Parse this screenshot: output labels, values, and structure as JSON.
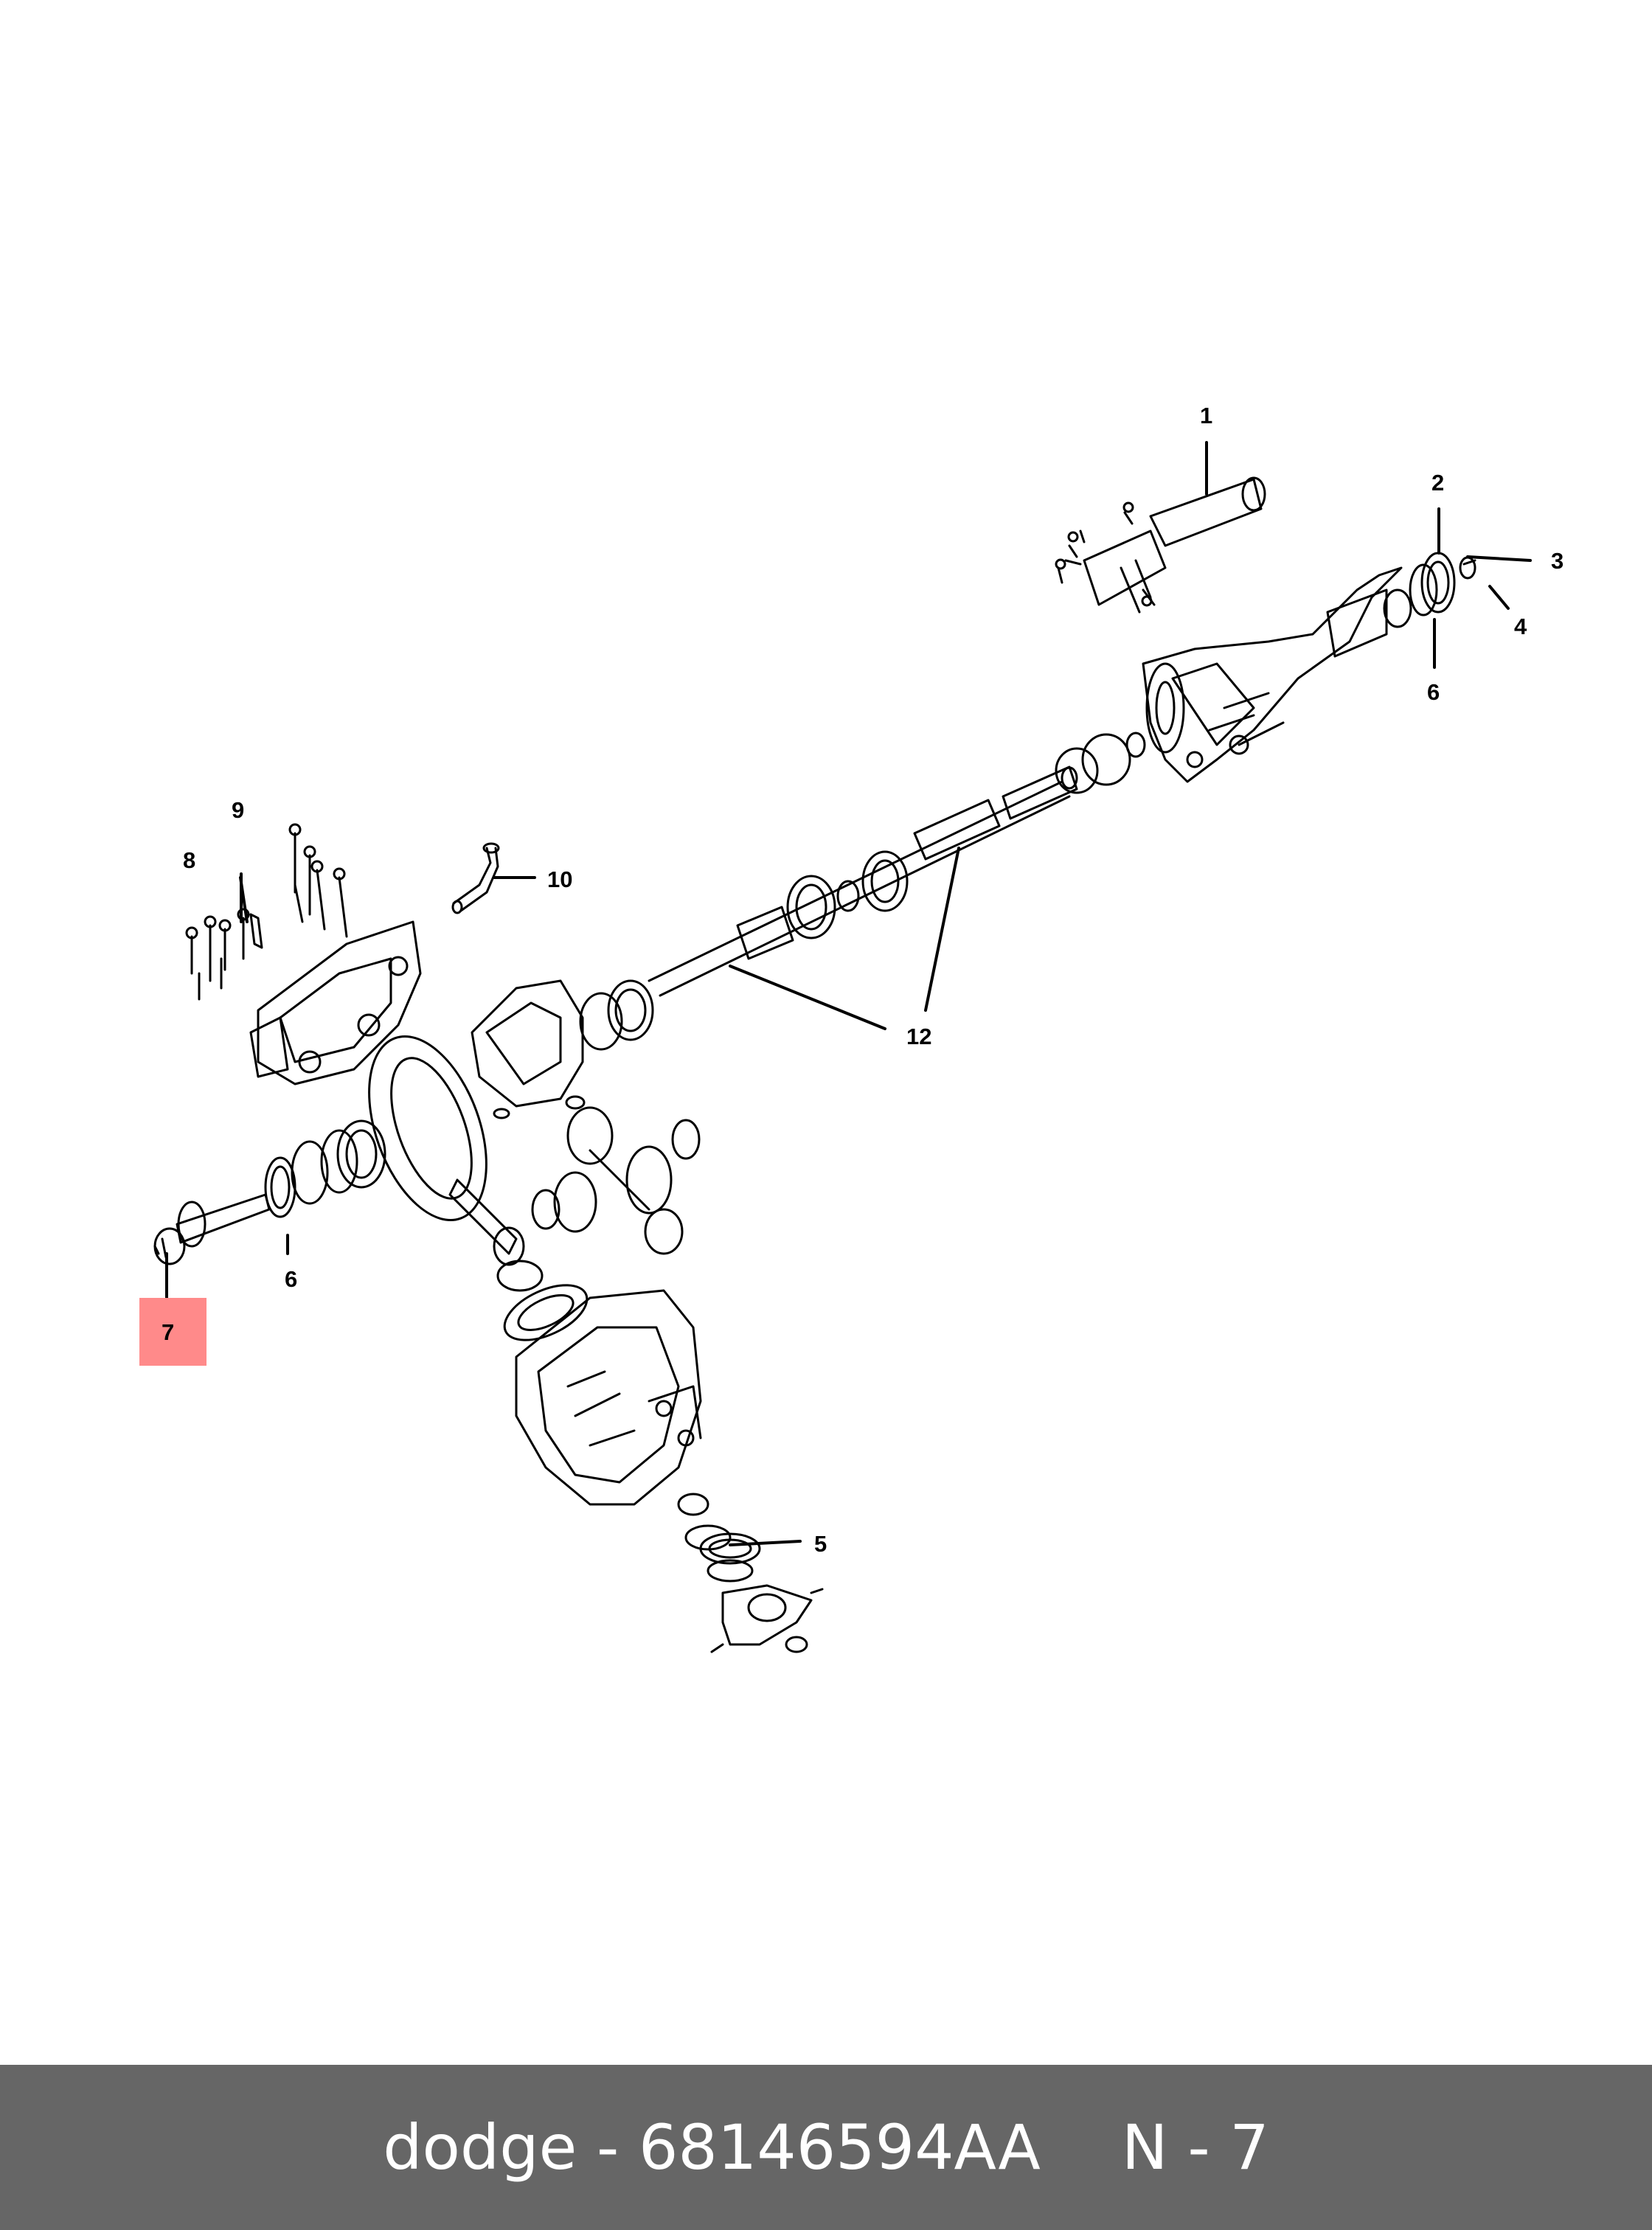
{
  "callouts": {
    "c1": "1",
    "c2": "2",
    "c3": "3",
    "c4": "4",
    "c5": "5",
    "c6a": "6",
    "c6b": "6",
    "c7": "7",
    "c8": "8",
    "c9": "9",
    "c10": "10",
    "c12": "12"
  },
  "highlight_color": "#ff8a8a",
  "footer": {
    "part_text": "dodge - 68146594AA",
    "ref_text": "N - 7"
  }
}
